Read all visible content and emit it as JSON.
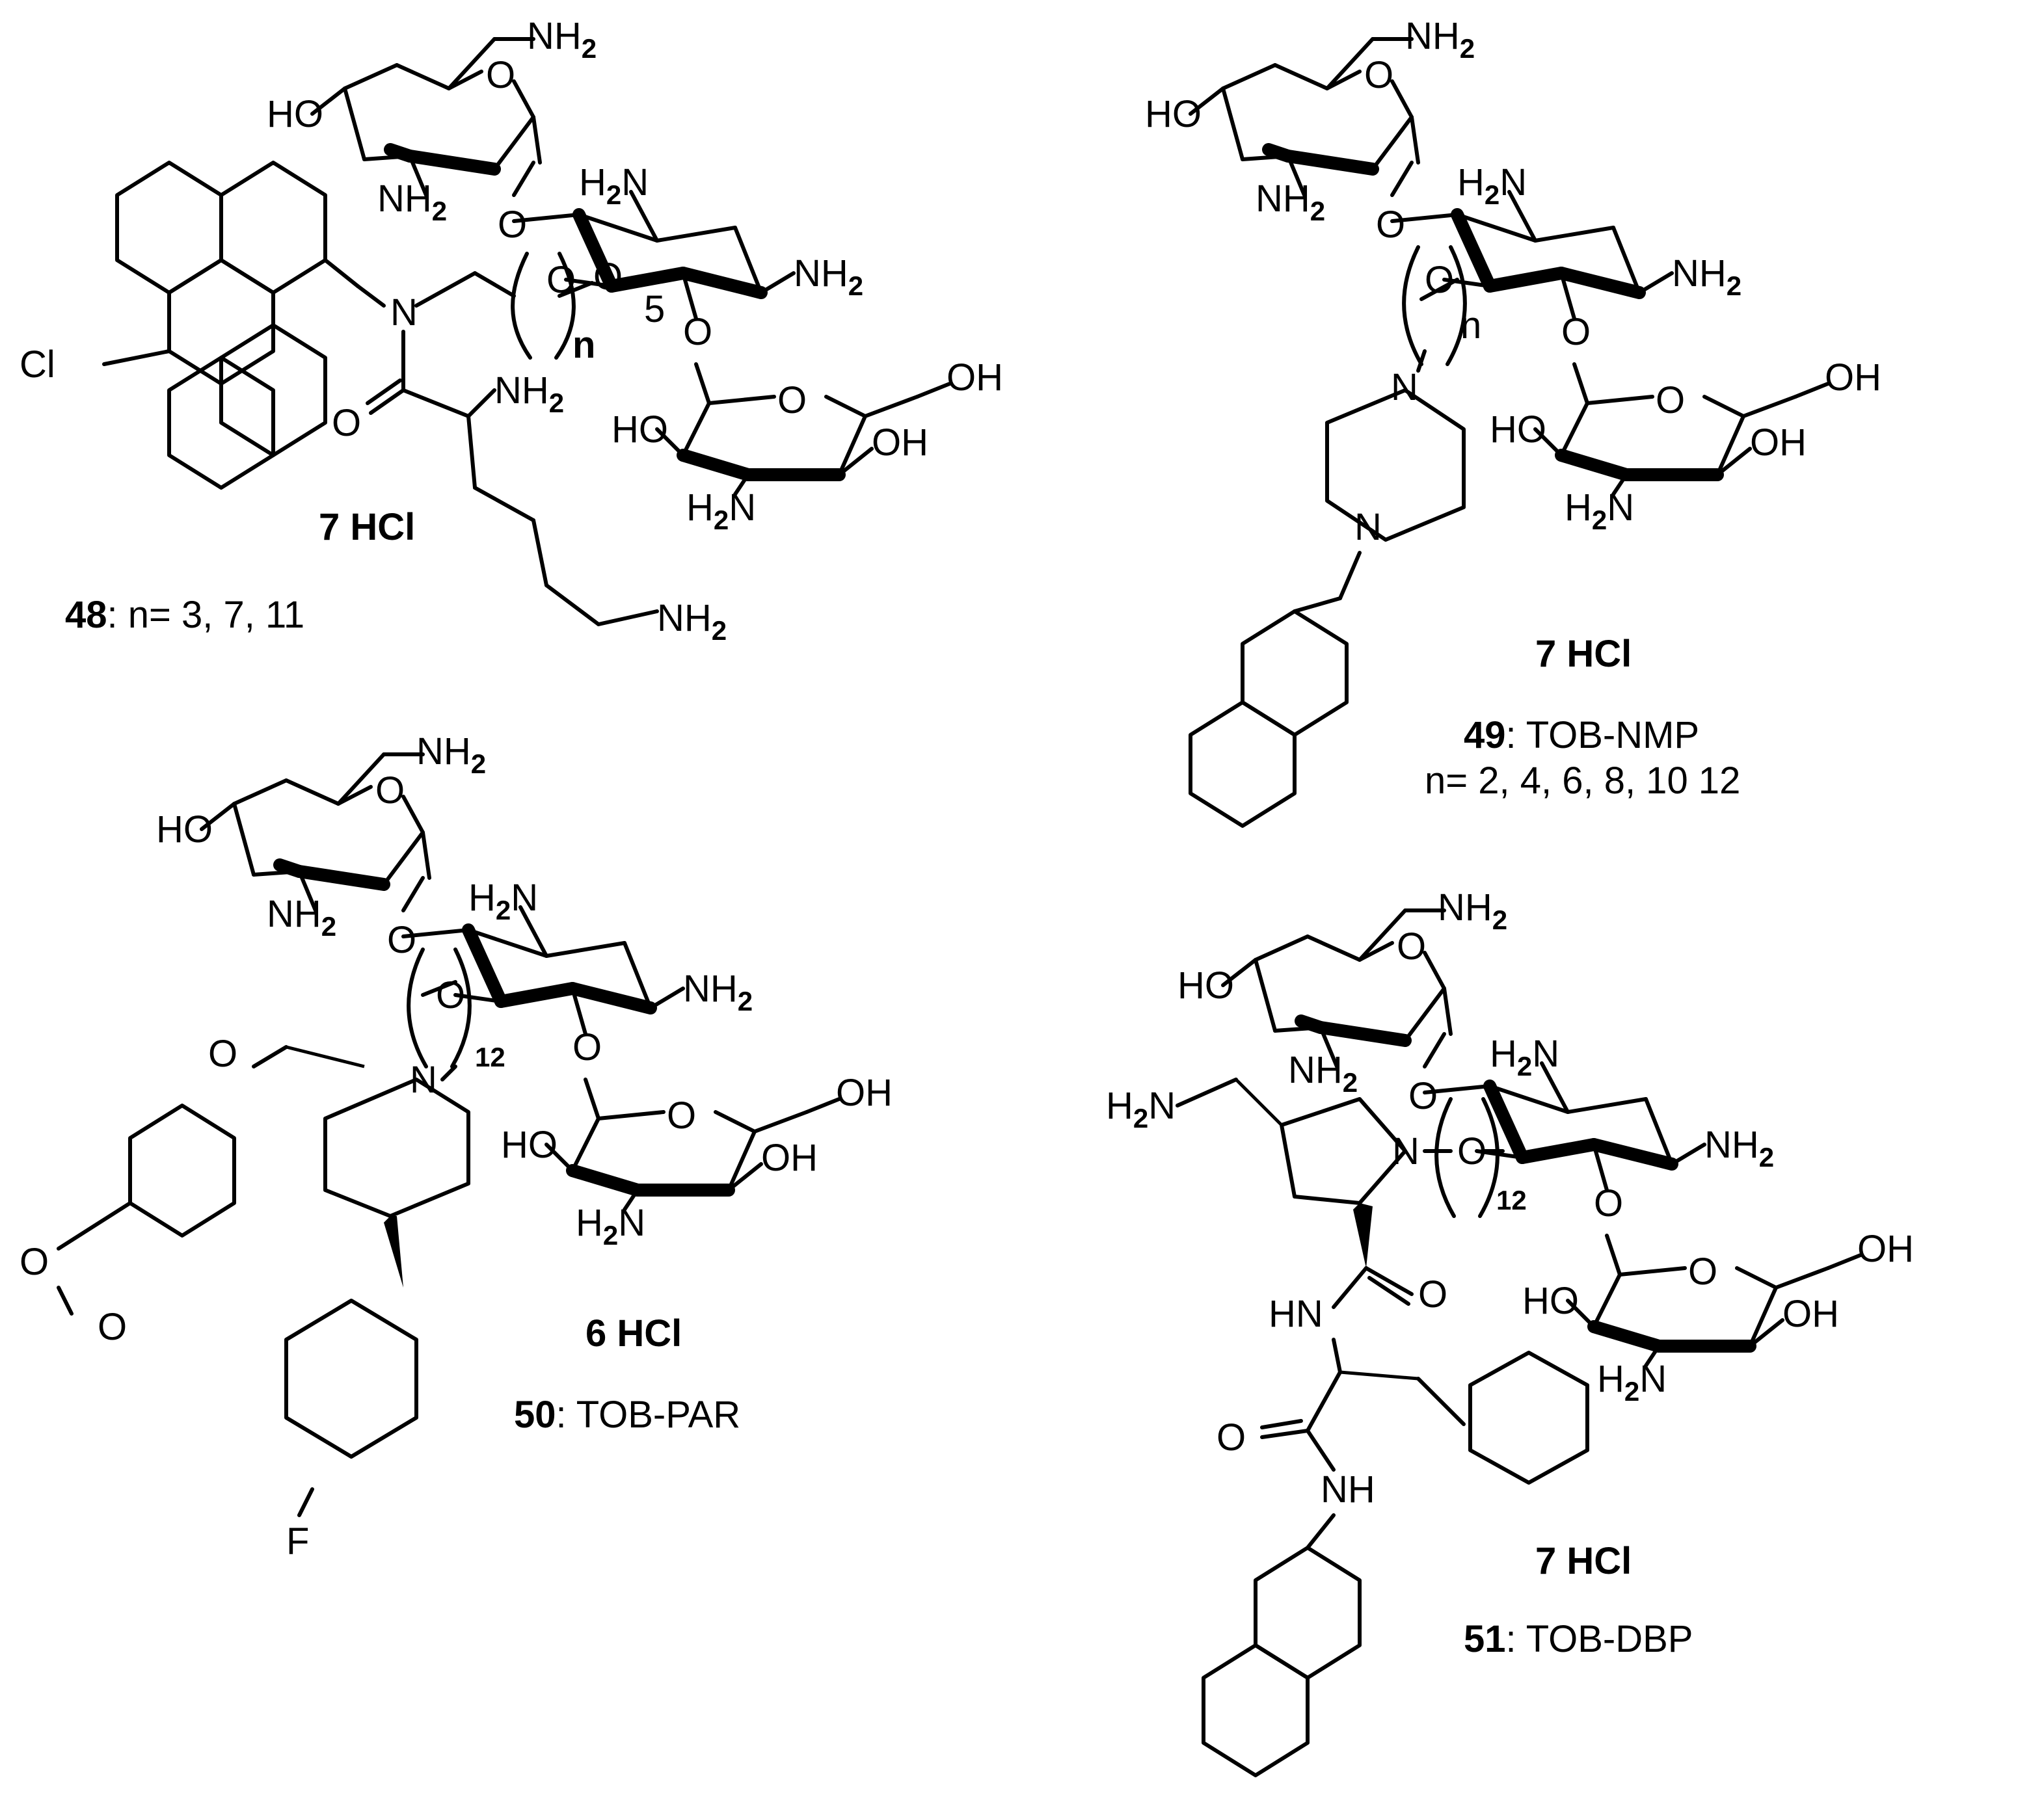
{
  "compounds": {
    "c48": {
      "id": "48",
      "desc": ": n= 3, 7, 11",
      "salt": "7 HCl",
      "repeat": "n",
      "position_mark": "5",
      "position_mark_color": "#e8251f"
    },
    "c49": {
      "id": "49",
      "desc": ": TOB-NMP",
      "desc2": "n= 2, 4, 6, 8, 10 12",
      "salt": "7 HCl",
      "repeat": "n"
    },
    "c50": {
      "id": "50",
      "desc": ": TOB-PAR",
      "salt": "6 HCl",
      "repeat": "12"
    },
    "c51": {
      "id": "51",
      "desc": ": TOB-DBP",
      "salt": "7 HCl",
      "repeat": "12"
    }
  },
  "atoms": {
    "NH2": "NH",
    "H2N": "H",
    "HO": "HO",
    "OH": "OH",
    "O": "O",
    "N": "N",
    "HN": "HN",
    "NH": "NH",
    "Cl": "Cl",
    "F": "F",
    "two": "2"
  }
}
